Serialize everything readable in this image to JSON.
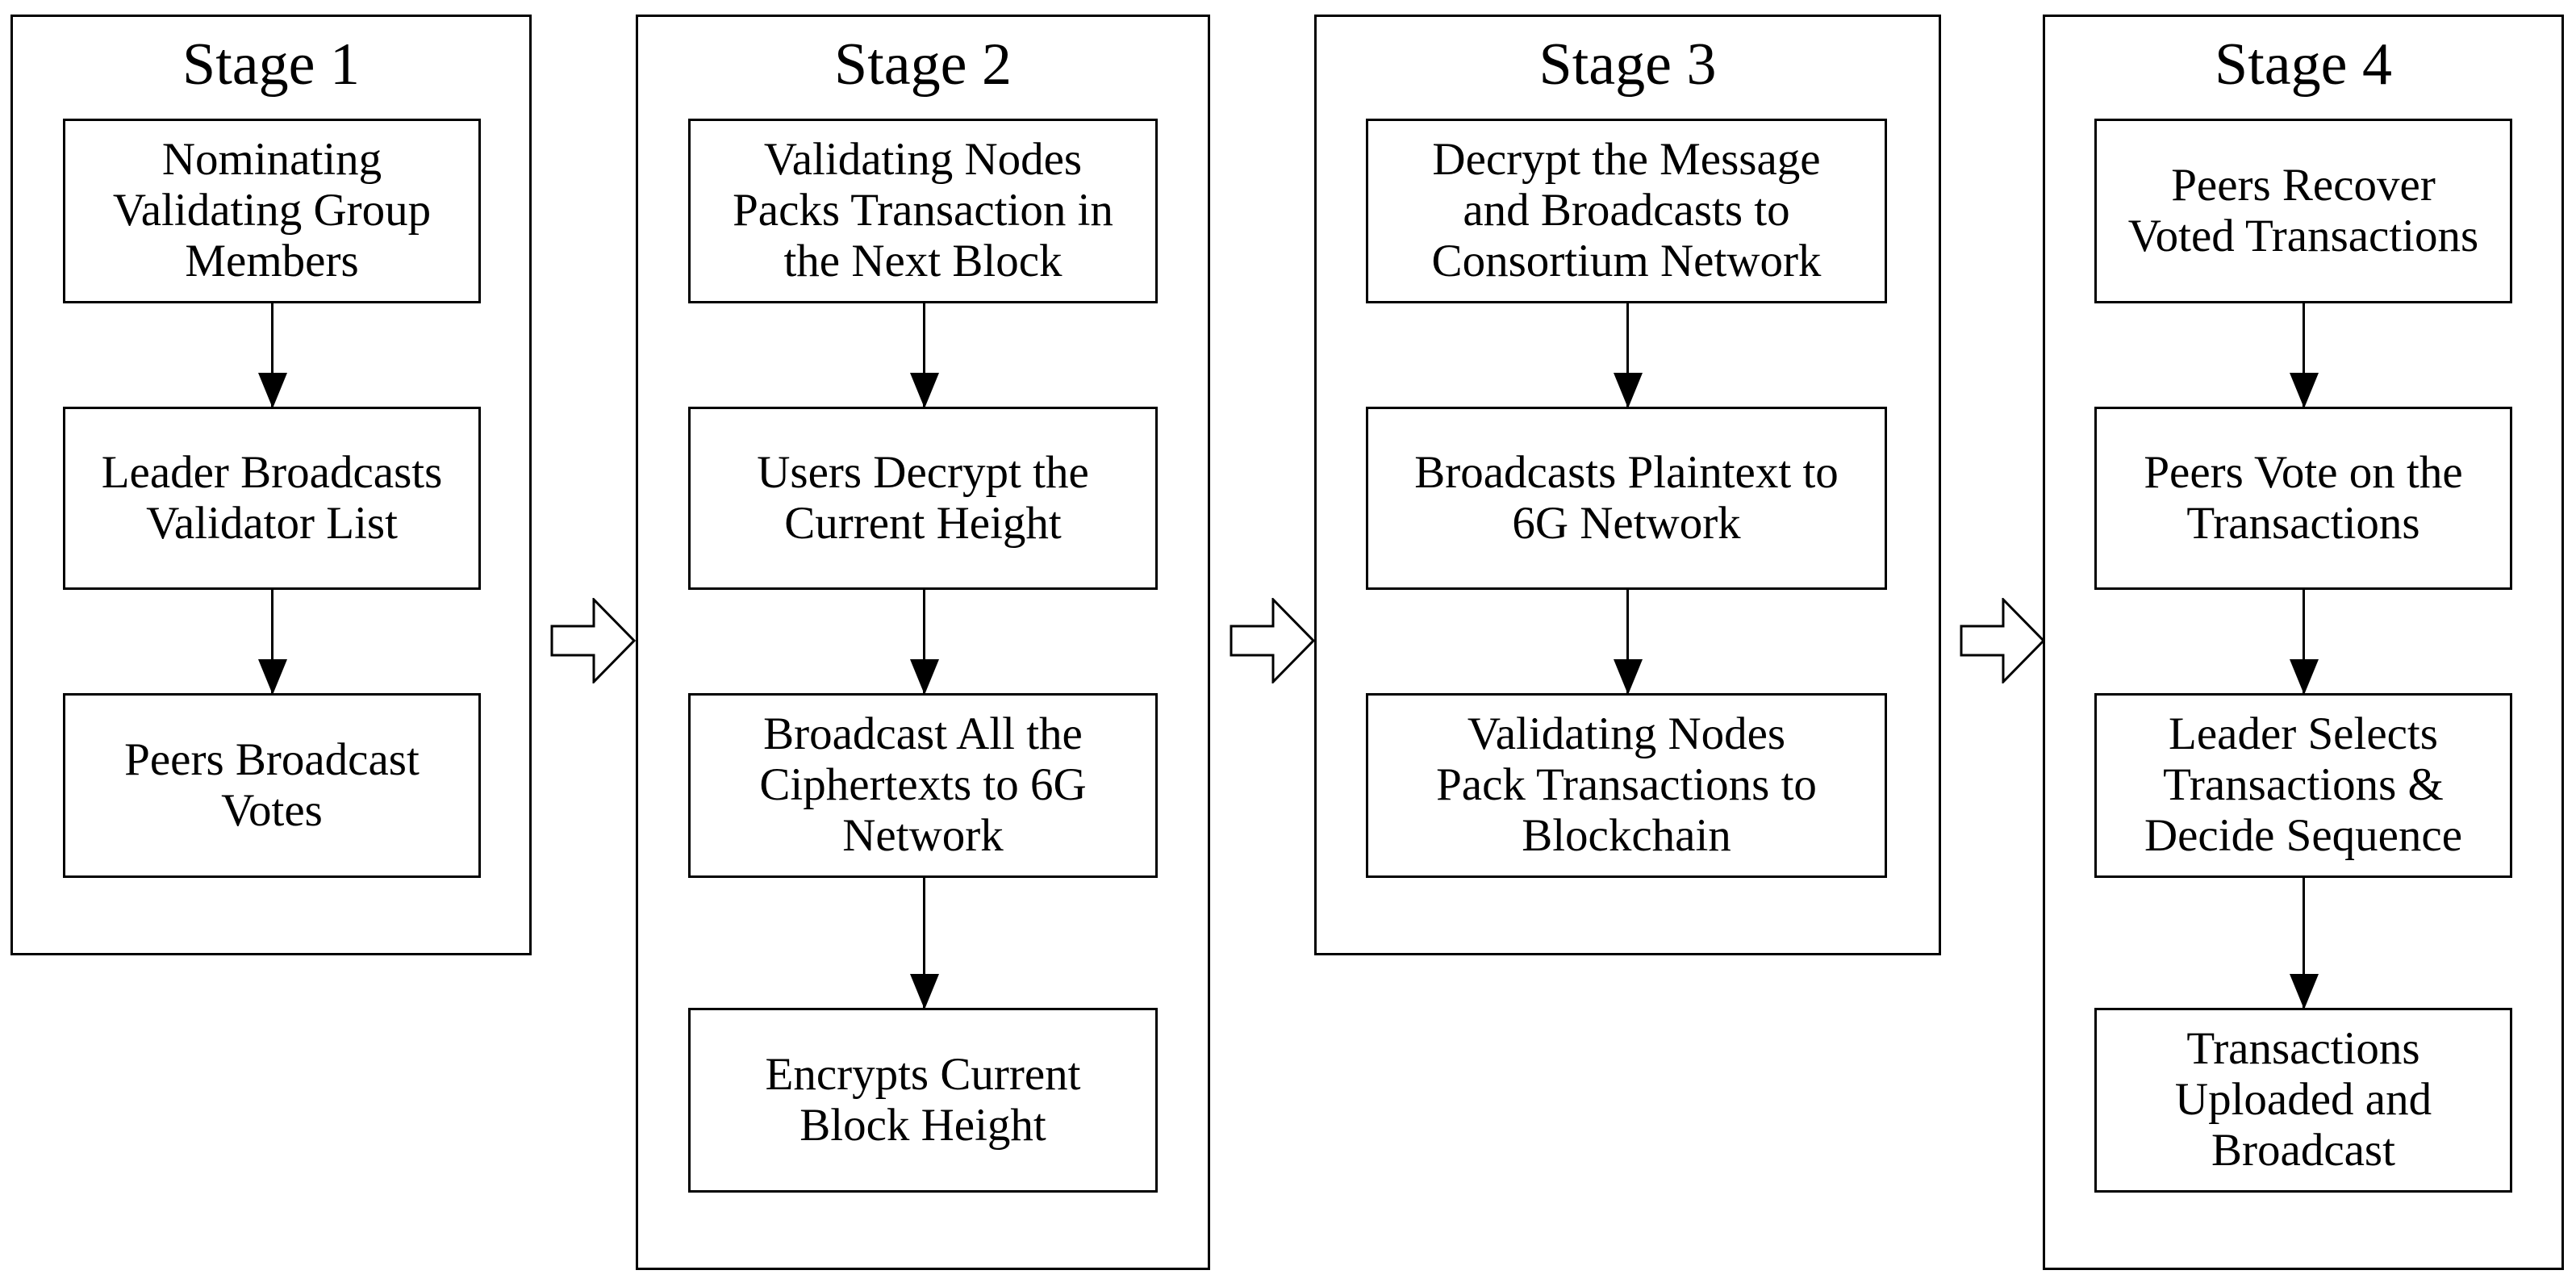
{
  "diagram": {
    "stages": [
      {
        "title": "Stage 1",
        "steps": [
          "Nominating\nValidating Group\nMembers",
          "Leader Broadcasts\nValidator List",
          "Peers Broadcast\nVotes"
        ]
      },
      {
        "title": "Stage 2",
        "steps": [
          "Validating Nodes\nPacks Transaction in\nthe Next Block",
          "Users Decrypt the\nCurrent Height",
          "Broadcast All the\nCiphertexts to 6G\nNetwork",
          "Encrypts Current\nBlock Height"
        ]
      },
      {
        "title": "Stage 3",
        "steps": [
          "Decrypt the Message\nand Broadcasts to\nConsortium Network",
          "Broadcasts  Plaintext to\n6G Network",
          "Validating  Nodes\nPack Transactions to\nBlockchain"
        ]
      },
      {
        "title": "Stage 4",
        "steps": [
          "Peers Recover\nVoted Transactions",
          "Peers Vote on the\nTransactions",
          "Leader Selects\nTransactions &\nDecide Sequence",
          "Transactions\nUploaded and\nBroadcast"
        ]
      }
    ]
  }
}
